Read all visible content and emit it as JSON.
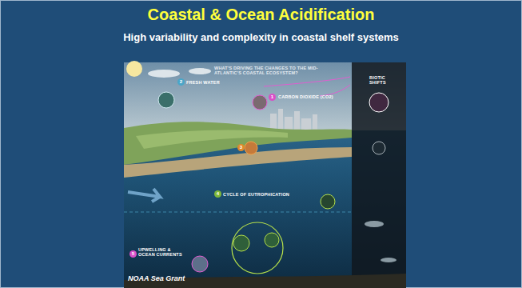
{
  "diagram": {
    "title": "Coastal & Ocean Acidification",
    "labels": [
      "High variability and complexity in coastal shelf systems",
      "WHAT'S DRIVING THE CHANGES TO THE MID-ATLANTIC'S COASTAL ECOSYSTEM?",
      "1",
      "CARBON DIOXIDE (CO2)",
      "2",
      "FRESH WATER",
      "3",
      "4",
      "CYCLE OF EUTROPHICATION",
      "5",
      "UPWELLING & OCEAN CURRENTS",
      "BIOTIC SHIFTS",
      "NOAA Sea Grant"
    ]
  }
}
